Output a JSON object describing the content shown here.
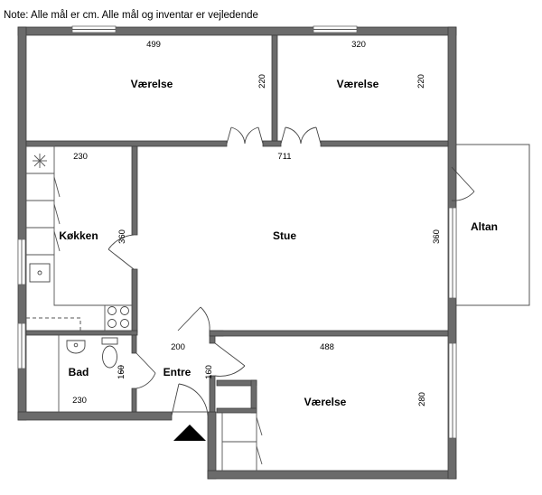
{
  "note": "Note: Alle mål er cm. Alle mål og inventar er vejledende",
  "rooms": {
    "room_nw": {
      "label": "Værelse",
      "width": "499",
      "depth": "220"
    },
    "room_ne": {
      "label": "Værelse",
      "width": "320",
      "depth": "220"
    },
    "living": {
      "label": "Stue",
      "width": "711",
      "depth": "360"
    },
    "kitchen": {
      "label": "Køkken",
      "width": "230",
      "depth": "360"
    },
    "balcony": {
      "label": "Altan"
    },
    "bath": {
      "label": "Bad",
      "width": "230",
      "depth": "160"
    },
    "entry": {
      "label": "Entre",
      "width": "200",
      "depth": "160"
    },
    "room_se": {
      "label": "Værelse",
      "width": "488",
      "depth": "280"
    }
  },
  "icons": [
    "entrance-arrow-icon",
    "extractor-fan-icon",
    "sink-icon",
    "cooktop-icon",
    "toilet-icon",
    "washbasin-icon"
  ],
  "colors": {
    "wall": "#6b6b6b",
    "line": "#444444",
    "background": "#ffffff"
  }
}
